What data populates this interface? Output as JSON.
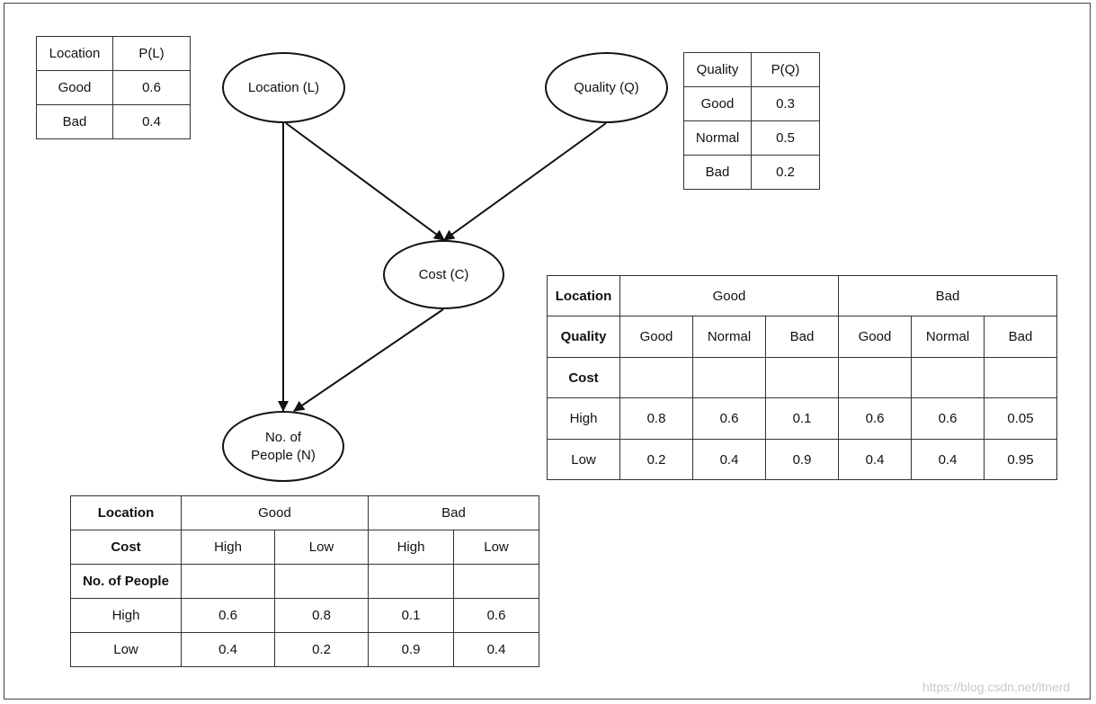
{
  "nodes": {
    "location": "Location (L)",
    "quality": "Quality (Q)",
    "cost": "Cost (C)",
    "people": "No. of\nPeople (N)"
  },
  "table_location": {
    "headers": [
      "Location",
      "P(L)"
    ],
    "rows": [
      [
        "Good",
        "0.6"
      ],
      [
        "Bad",
        "0.4"
      ]
    ]
  },
  "table_quality": {
    "headers": [
      "Quality",
      "P(Q)"
    ],
    "rows": [
      [
        "Good",
        "0.3"
      ],
      [
        "Normal",
        "0.5"
      ],
      [
        "Bad",
        "0.2"
      ]
    ]
  },
  "table_cost": {
    "location_label": "Location",
    "location_good": "Good",
    "location_bad": "Bad",
    "quality_label": "Quality",
    "quality_values": [
      "Good",
      "Normal",
      "Bad",
      "Good",
      "Normal",
      "Bad"
    ],
    "cost_label": "Cost",
    "high_label": "High",
    "high_values": [
      "0.8",
      "0.6",
      "0.1",
      "0.6",
      "0.6",
      "0.05"
    ],
    "low_label": "Low",
    "low_values": [
      "0.2",
      "0.4",
      "0.9",
      "0.4",
      "0.4",
      "0.95"
    ]
  },
  "table_people": {
    "location_label": "Location",
    "location_good": "Good",
    "location_bad": "Bad",
    "cost_label": "Cost",
    "cost_values": [
      "High",
      "Low",
      "High",
      "Low"
    ],
    "people_label": "No. of People",
    "high_label": "High",
    "high_values": [
      "0.6",
      "0.8",
      "0.1",
      "0.6"
    ],
    "low_label": "Low",
    "low_values": [
      "0.4",
      "0.2",
      "0.9",
      "0.4"
    ]
  },
  "watermark": "https://blog.csdn.net/itnerd"
}
